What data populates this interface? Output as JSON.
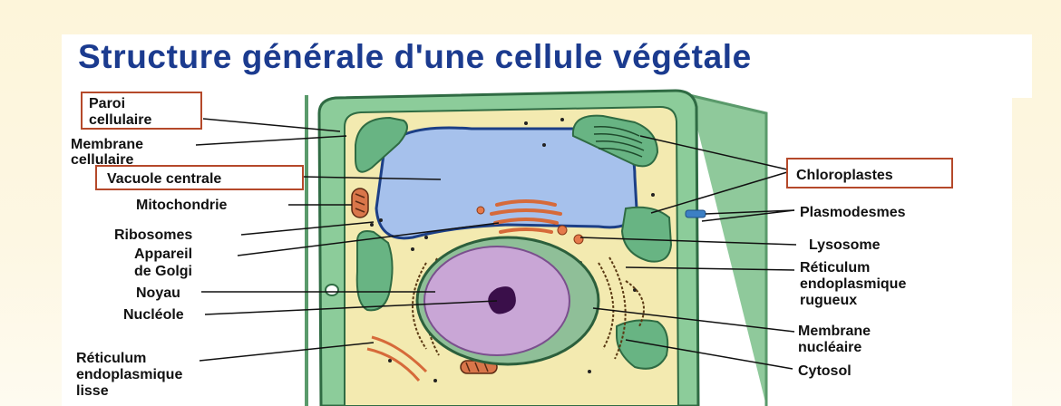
{
  "title": "Structure générale d'une cellule végétale",
  "colors": {
    "title": "#1b3b8f",
    "box_border": "#b5492a",
    "cell_wall": "#7cc08e",
    "cytoplasm": "#f3eab0",
    "vacuole": "#9db9e8",
    "nucleus": "#c9a6d6",
    "chloroplast": "#5fae78"
  },
  "labels": {
    "paroi_cellulaire_1": "Paroi",
    "paroi_cellulaire_2": "cellulaire",
    "membrane_cellulaire_1": "Membrane",
    "membrane_cellulaire_2": "cellulaire",
    "vacuole_centrale": "Vacuole centrale",
    "mitochondrie": "Mitochondrie",
    "ribosomes": "Ribosomes",
    "appareil_golgi_1": "Appareil",
    "appareil_golgi_2": "de Golgi",
    "noyau": "Noyau",
    "nucleole": "Nucléole",
    "reticulum_lisse_1": "Réticulum",
    "reticulum_lisse_2": "endoplasmique",
    "reticulum_lisse_3": "lisse",
    "chloroplastes": "Chloroplastes",
    "plasmodesmes": "Plasmodesmes",
    "lysosome": "Lysosome",
    "reticulum_rugueux_1": "Réticulum",
    "reticulum_rugueux_2": "endoplasmique",
    "reticulum_rugueux_3": "rugueux",
    "membrane_nucleaire_1": "Membrane",
    "membrane_nucleaire_2": "nucléaire",
    "cytosol": "Cytosol"
  }
}
